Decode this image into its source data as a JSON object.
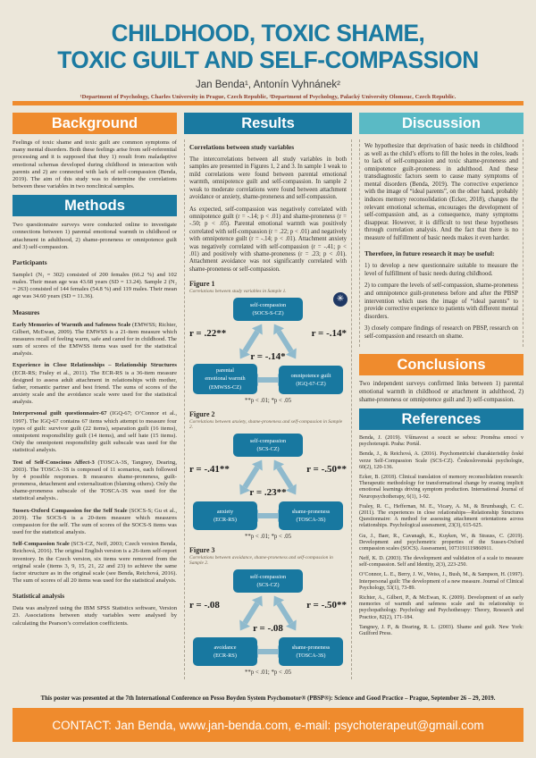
{
  "header": {
    "title_line1": "CHILDHOOD, TOXIC SHAME,",
    "title_line2": "TOXIC GUILT AND SELF-COMPASSION",
    "authors": "Jan Benda¹, Antonín Vyhnánek²",
    "affiliations": "¹Department of Psychology, Charles University in Prague, Czech Republic, ²Department of Psychology, Palacký University Olomouc, Czech Republic."
  },
  "background": {
    "heading": "Background",
    "body": "Feelings of toxic shame and toxic guilt are common symptoms of many mental disorders. Both these feelings arise from self-referential processing and it is supposed that they 1) result from maladaptive emotional schemas developed during childhood in interaction with parents and 2) are connected with lack of self-compassion (Benda, 2019). The aim of this study was to determine the correlations between these variables in two nonclinical samples."
  },
  "methods": {
    "heading": "Methods",
    "intro": "Two questionnaire surveys were conducted online to investigate connections between 1) parental emotional warmth in childhood or attachment in adulthood, 2) shame-proneness or omnipotence guilt and 3) self-compassion.",
    "participants_heading": "Participants",
    "participants_body": "Sample1 (N₁ = 302) consisted of 200 females (66.2 %) and 102 males. Their mean age was 43.68 years (SD = 13.24). Sample 2 (N₂ = 263) consisted of 144 females (54.8 %) and 119 males. Their mean age was 34.60 years (SD = 11.36).",
    "measures_heading": "Measures",
    "measures": [
      {
        "name": "Early Memories of Warmth and Safeness Scale",
        "text": " (EMWSS; Richter, Gilbert, McEwan, 2009). The EMWSS is a 21-item measure which measures recall of feeling warm, safe and cared for in childhood. The sum of scores of the EMWSS items was used for the statistical analysis."
      },
      {
        "name": "Experience in Close Relationships – Relationship Structures",
        "text": " (ECR-RS; Fraley et al., 2011). The ECR-RS is a 36-item measure designed to assess adult attachment in relationships with mother, father, romantic partner and best friend. The sums of scores of the anxiety scale and the avoidance scale were used for the statistical analysis."
      },
      {
        "name": "Interpersonal guilt questionnaire-67",
        "text": " (IGQ-67; O’Connor et al., 1997). The IGQ-67 contains 67 items which attempt to measure four types of guilt: survivor guilt (22 items), separation guilt (16 items), omnipotent responsibility guilt (14 items), and self hate (15 items). Only the omnipotent responsibility guilt subscale was used for the statistical analysis."
      },
      {
        "name": "Test of Self-Conscious Affect-3",
        "text": " (TOSCA-3S, Tangney, Dearing, 2003). The TOSCA–3S is composed of 11 scenarios, each followed by 4 possible responses. It measures shame-proneness, guilt-proneness, detachment and externalization (blaming others). Only the shame-proneness subscale of the TOSCA-3S was used for the statistical analysis.."
      },
      {
        "name": "Sussex-Oxford Compassion for the Self Scale",
        "text": " (SOCS-S; Gu et al., 2019). The SOCS-S is a 20-item measure which measures compassion for the self. The sum of scores of the SOCS-S items was used for the statistical analysis."
      },
      {
        "name": "Self-Compassion Scale",
        "text": " (SCS-CZ, Neff, 2003; Czech version Benda, Reichová, 2016). The original English version is a 26-item self-report inventory. In the Czech version, six items were removed from the original scale (items 3, 9, 15, 21, 22 and 23) to achieve the same factor structure as in the original scale (see Benda, Reichová, 2016). The sum of scores of all 20 items was used for the statistical analysis."
      }
    ],
    "statistical_heading": "Statistical analysis",
    "statistical_body": "Data was analyzed using the IBM SPSS Statistics software, Version 23. Associations between study variables were analysed by calculating the Pearson’s correlation coefficients."
  },
  "results": {
    "heading": "Results",
    "subheading": "Correlations between study variables",
    "para1": "The intercorrelations between all study variables in both samples are presented in Figures 1, 2 and 3. In sample 1 weak to mild correlations were found between parental emotional warmth, omnipotence guilt and self-compassion. In sample 2 weak to moderate correlations were found between attachment avoidance or anxiety, shame-proneness and self-compassion.",
    "para2": "As expected, self-compassion was negatively correlated with omnipotence guilt (r = -.14; p < .01) and shame-proneness (r = -.50; p < .05). Parental emotional warmth was positively correlated with self-compassion (r = .22; p < .01) and negatively with omnipotence guilt (r = -.14; p < .01). Attachment anxiety was negatively correlated with self-compassion (r = -.41; p < .01) and positively with shame-proneness (r = .23; p < .01). Attachment avoidance was not significantly correlated with shame-proneness or self-compassion.",
    "sig_note": "**p < .01; *p < .05",
    "badge_glyph": "✳",
    "figures": [
      {
        "label": "Figure 1",
        "caption": "Correlations between study variables in Sample 1.",
        "top_box": "self-compassion\n(SOCS-S-CZ)",
        "left_r": "r = .22**",
        "right_r": "r = -.14*",
        "bottom_r": "r = -.14*",
        "left_box": "parental\nemotional warmth\n(EMWSS-CZ)",
        "right_box": "omnipotence guilt\n(IGQ-67-CZ)"
      },
      {
        "label": "Figure 2",
        "caption": "Correlations between anxiety, shame-proneness and self-compassion in Sample 2.",
        "top_box": "self-compassion\n(SCS-CZ)",
        "left_r": "r = -.41**",
        "right_r": "r = -.50**",
        "bottom_r": "r = .23**",
        "left_box": "anxiety\n(ECR-RS)",
        "right_box": "shame-proneness\n(TOSCA-3S)"
      },
      {
        "label": "Figure 3",
        "caption": "Correlations between avoidance, shame-proneness and self-compassion in Sample 2.",
        "top_box": "self-compassion\n(SCS-CZ)",
        "left_r": "r = -.08",
        "right_r": "r = -.50**",
        "bottom_r": "r = -.08",
        "left_box": "avoidance\n(ECR-RS)",
        "right_box": "shame-proneness\n(TOSCA-3S)"
      }
    ]
  },
  "discussion": {
    "heading": "Discussion",
    "para1": "We hypothesize that deprivation of basic needs in childhood as well as the child’s efforts to fill the holes in the roles, leads to lack of self-compassion and toxic shame-proneness and omnipotence guilt-proneness in adulthood. And these transdiagnostic factors seem to cause many symptoms of mental disorders (Benda, 2019). The corrective experience with the image of “ideal parents”, on the other hand, probably induces memory reconsolidation (Ecker, 2018), changes the relevant emotional schemas, encourages the development of self-compassion and, as a consequence, many symptoms disappear. However, it is difficult to test these hypotheses through correlation analysis. And the fact that there is no measure of fulfillment of basic needs makes it even harder.",
    "future_heading": "Therefore, in future research it may be useful:",
    "item1": "1) to develop a new questionnaire suitable to measure the level of fulfillment of basic needs during childhood.",
    "item2": "2) to compare the levels of self-compassion, shame-proneness and omnipotence guilt-proneness before and after the PBSP intervention which uses the image of “ideal parents” to provide corrective experience to patients with different mental disorders.",
    "item3": "3) closely compare findings of research on PBSP, research on self-compassion and research on shame."
  },
  "conclusions": {
    "heading": "Conclusions",
    "body": "Two independent surveys confirmed links between 1) parental emotional warmth in childhood or attachment in adulthood, 2) shame-proneness or omnipotence guilt and 3) self-compassion."
  },
  "references": {
    "heading": "References",
    "items": [
      "Benda, J. (2019). Všímavost a soucit se sebou: Proměna emocí v psychoterapii. Praha: Portál.",
      "Benda, J., & Reichová, A. (2016). Psychometrické charakteristiky české verze Self-Compassion Scale (SCS-CZ). Československá psychologie, 60(2), 120-136.",
      "Ecker, B. (2018). Clinical translation of memory reconsolidation research: Therapeutic methodology for transformational change by erasing implicit emotional learnings driving symptom production. International Journal of Neuropsychotherapy, 6(1), 1-92.",
      "Fraley, R. C., Heffernan, M. E., Vicary, A. M., & Brumbaugh, C. C. (2011). The experiences in close relationships—Relationship Structures Questionnaire: A method for assessing attachment orientations across relationships. Psychological assessment, 23(3), 615-625.",
      "Gu, J., Baer, R., Cavanagh, K., Kuyken, W., & Strauss, C. (2019). Development and psychometric properties of the Sussex-Oxford compassion scales (SOCS). Assessment, 1073191119860911.",
      "Neff, K. D. (2003). The development and validation of a scale to measure self-compassion. Self and Identity, 2(3), 223-250.",
      "O’Connor, L. E., Berry, J. W., Weiss, J., Bush, M., & Sampson, H. (1997). Interpersonal guilt: The development of a new measure. Journal of Clinical Psychology, 53(1), 73-89.",
      "Richter, A., Gilbert, P., & McEwan, K. (2009). Development of an early memories of warmth and safeness scale and its relationship to psychopathology. Psychology and Psychotherapy: Theory, Research and Practice, 82(2), 171-184.",
      "Tangney, J. P., & Dearing, R. L. (2003). Shame and guilt. New York: Guilford Press."
    ]
  },
  "footer": {
    "note": "This poster was presented at the 7th International Conference on Pesso Boyden System Psychomotor® (PBSP®): Science and Good Practice – Prague, September 26 – 29, 2019.",
    "contact": "CONTACT: Jan Benda, www.jan-benda.com, e-mail: psychoterapeut@gmail.com"
  },
  "colors": {
    "page_background": "#ece7da",
    "accent_orange": "#ef8b2d",
    "accent_teal": "#1a7aa1",
    "accent_cyan": "#5abac5",
    "diagram_box": "#1878a0",
    "diagram_arrow": "#8fbacd",
    "title_text": "#1b7aa1",
    "affiliation_text": "#8a3b2b",
    "badge_navy": "#1f3864"
  }
}
